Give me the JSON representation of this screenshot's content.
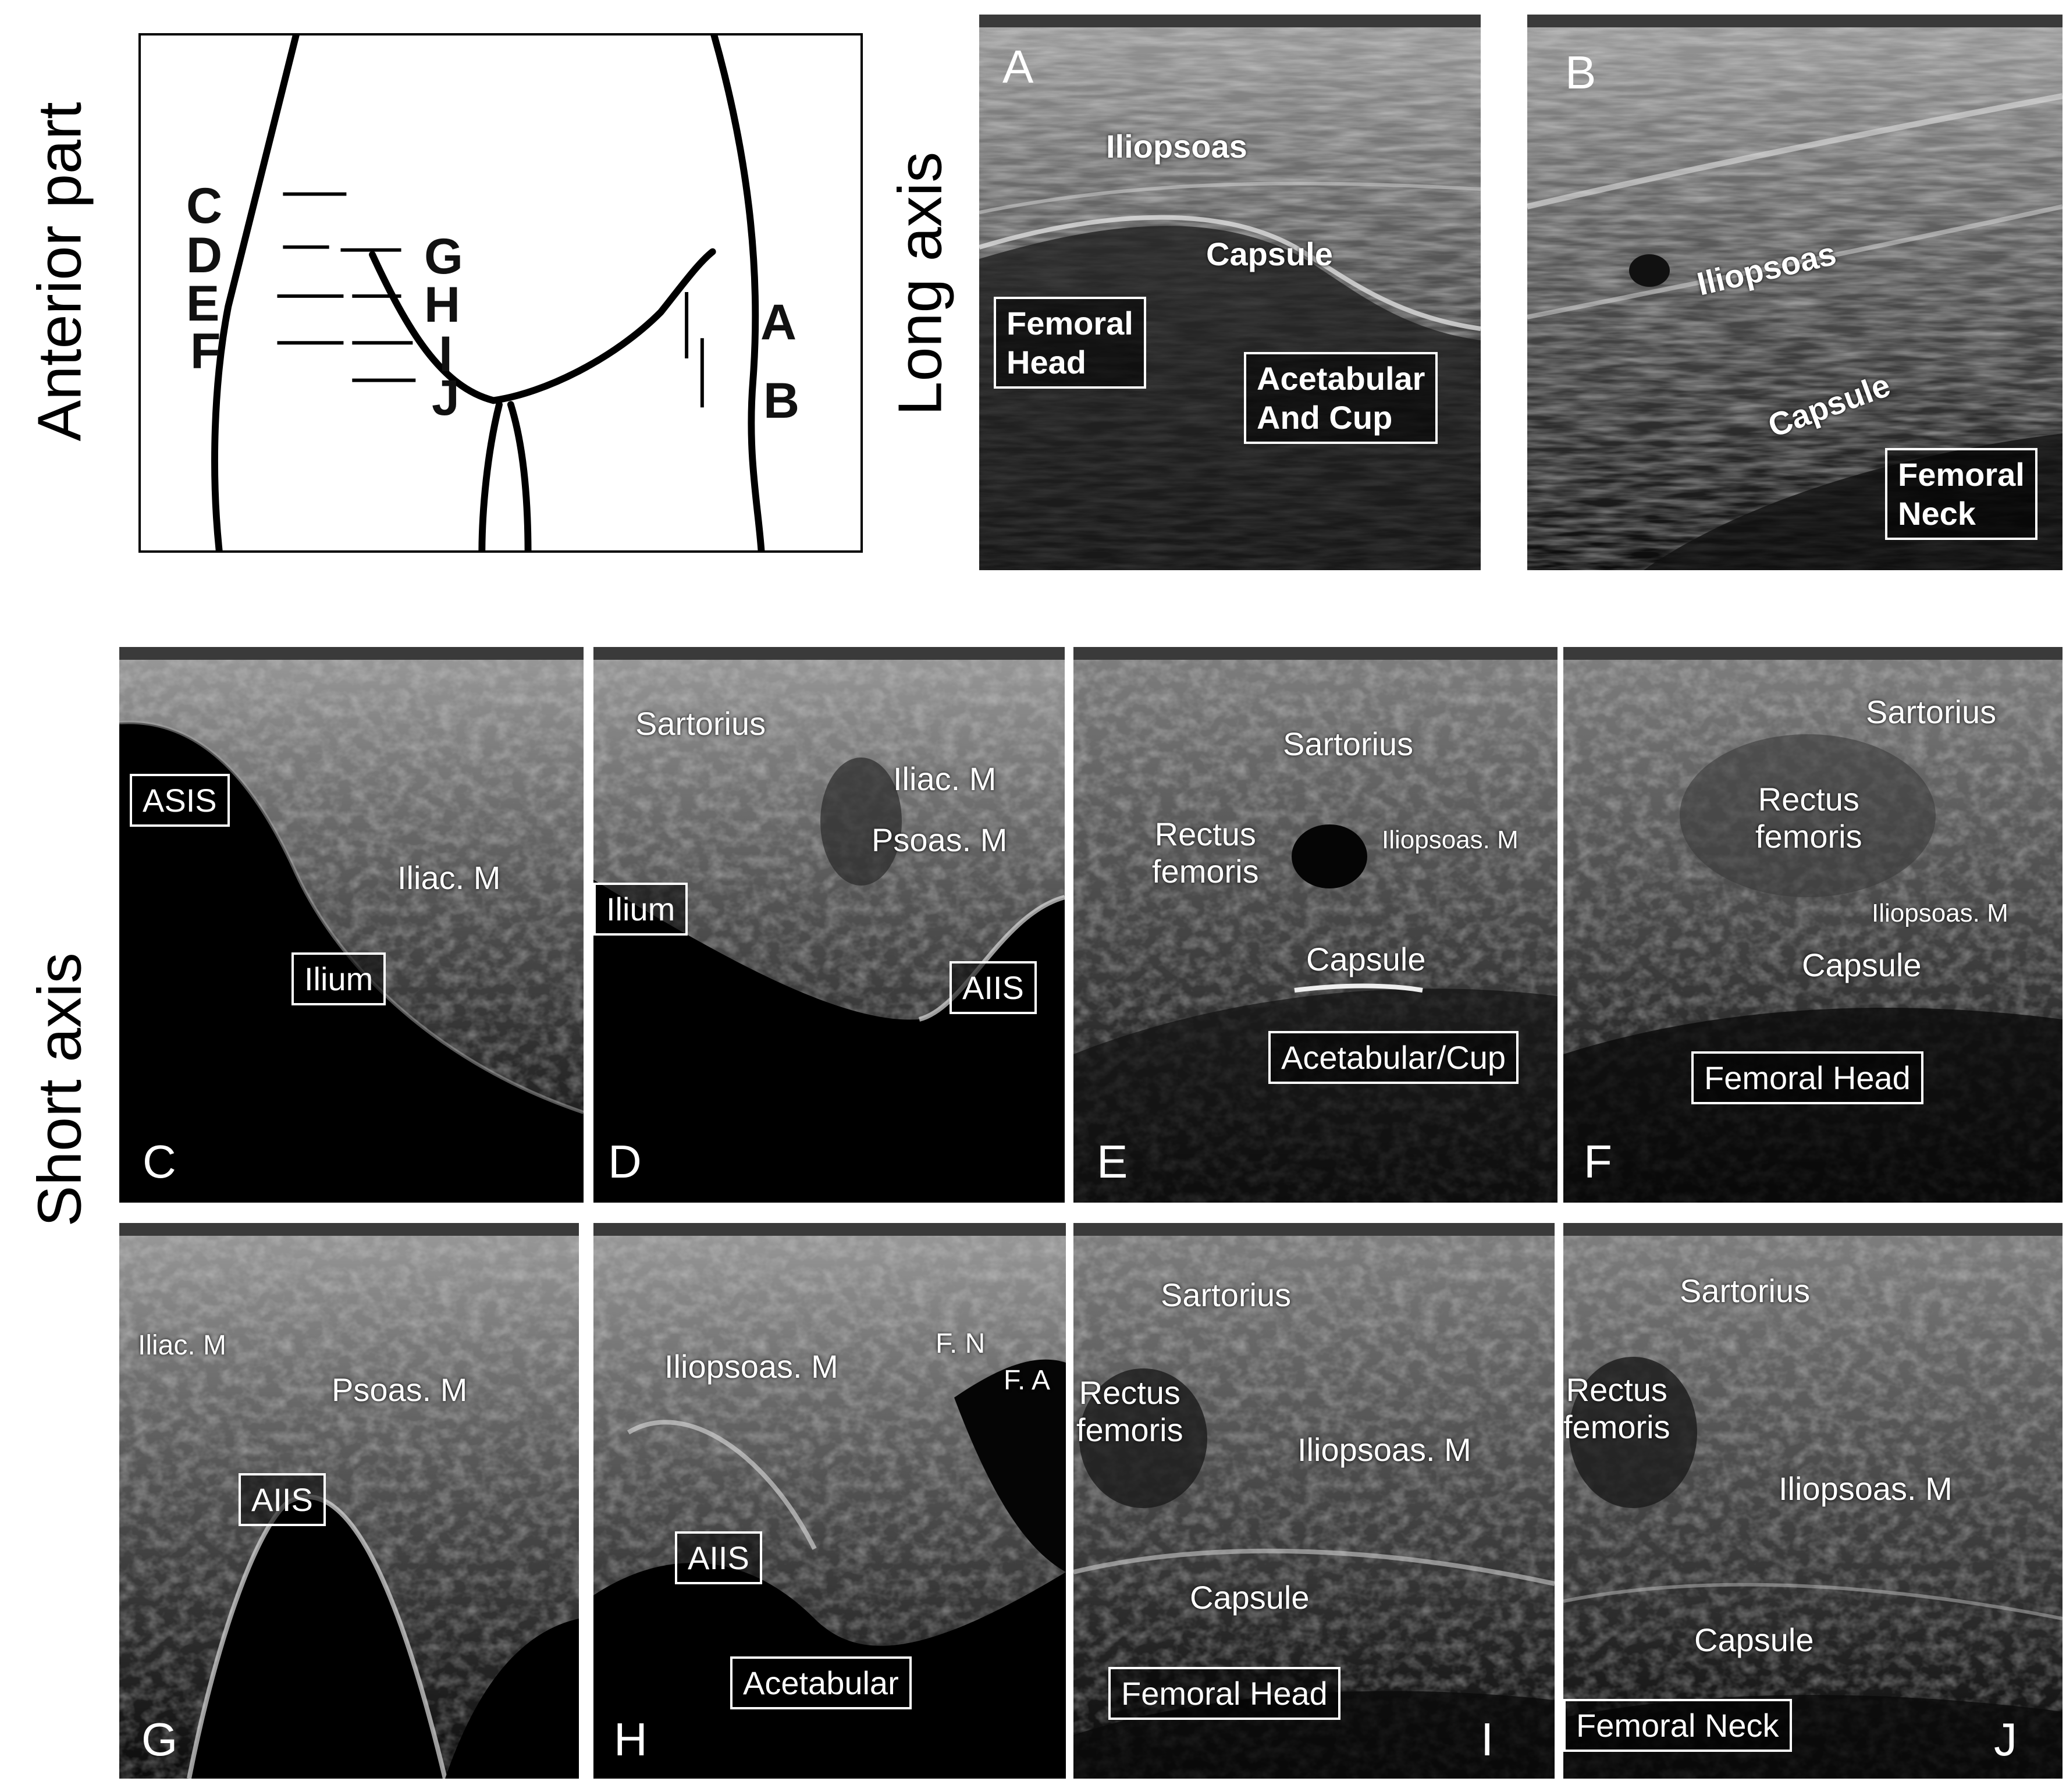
{
  "side_labels": {
    "anterior": "Anterior part",
    "long_axis": "Long axis",
    "short_axis": "Short axis"
  },
  "diagram": {
    "left_letters": [
      "C",
      "D",
      "E",
      "F"
    ],
    "inner_letters": [
      "G",
      "H",
      "I",
      "J"
    ],
    "right_letters": [
      "A",
      "B"
    ]
  },
  "panels": {
    "A": {
      "letter": "A",
      "iliopsoas": "Iliopsoas",
      "capsule": "Capsule",
      "femoral_head": "Femoral\nHead",
      "acetabular": "Acetabular\nAnd Cup"
    },
    "B": {
      "letter": "B",
      "iliopsoas": "Iliopsoas",
      "capsule": "Capsule",
      "femoral_neck": "Femoral\nNeck"
    },
    "C": {
      "letter": "C",
      "asis": "ASIS",
      "iliac": "Iliac. M",
      "ilium": "Ilium"
    },
    "D": {
      "letter": "D",
      "sartorius": "Sartorius",
      "iliac": "Iliac. M",
      "psoas": "Psoas. M",
      "ilium": "Ilium",
      "aiis": "AIIS"
    },
    "E": {
      "letter": "E",
      "sartorius": "Sartorius",
      "rectus": "Rectus\nfemoris",
      "iliopsoas": "Iliopsoas. M",
      "capsule": "Capsule",
      "acetabular": "Acetabular/Cup"
    },
    "F": {
      "letter": "F",
      "sartorius": "Sartorius",
      "rectus": "Rectus\nfemoris",
      "iliopsoas": "Iliopsoas. M",
      "capsule": "Capsule",
      "femoral_head": "Femoral Head"
    },
    "G": {
      "letter": "G",
      "iliac": "Iliac. M",
      "psoas": "Psoas. M",
      "aiis": "AIIS"
    },
    "H": {
      "letter": "H",
      "iliopsoas": "Iliopsoas. M",
      "fn": "F. N",
      "fa": "F. A",
      "aiis": "AIIS",
      "acetabular": "Acetabular"
    },
    "I": {
      "letter": "I",
      "sartorius": "Sartorius",
      "rectus": "Rectus\nfemoris",
      "iliopsoas": "Iliopsoas. M",
      "capsule": "Capsule",
      "femoral_head": "Femoral Head"
    },
    "J": {
      "letter": "J",
      "sartorius": "Sartorius",
      "rectus": "Rectus\nfemoris",
      "iliopsoas": "Iliopsoas. M",
      "capsule": "Capsule",
      "femoral_neck": "Femoral Neck"
    }
  }
}
